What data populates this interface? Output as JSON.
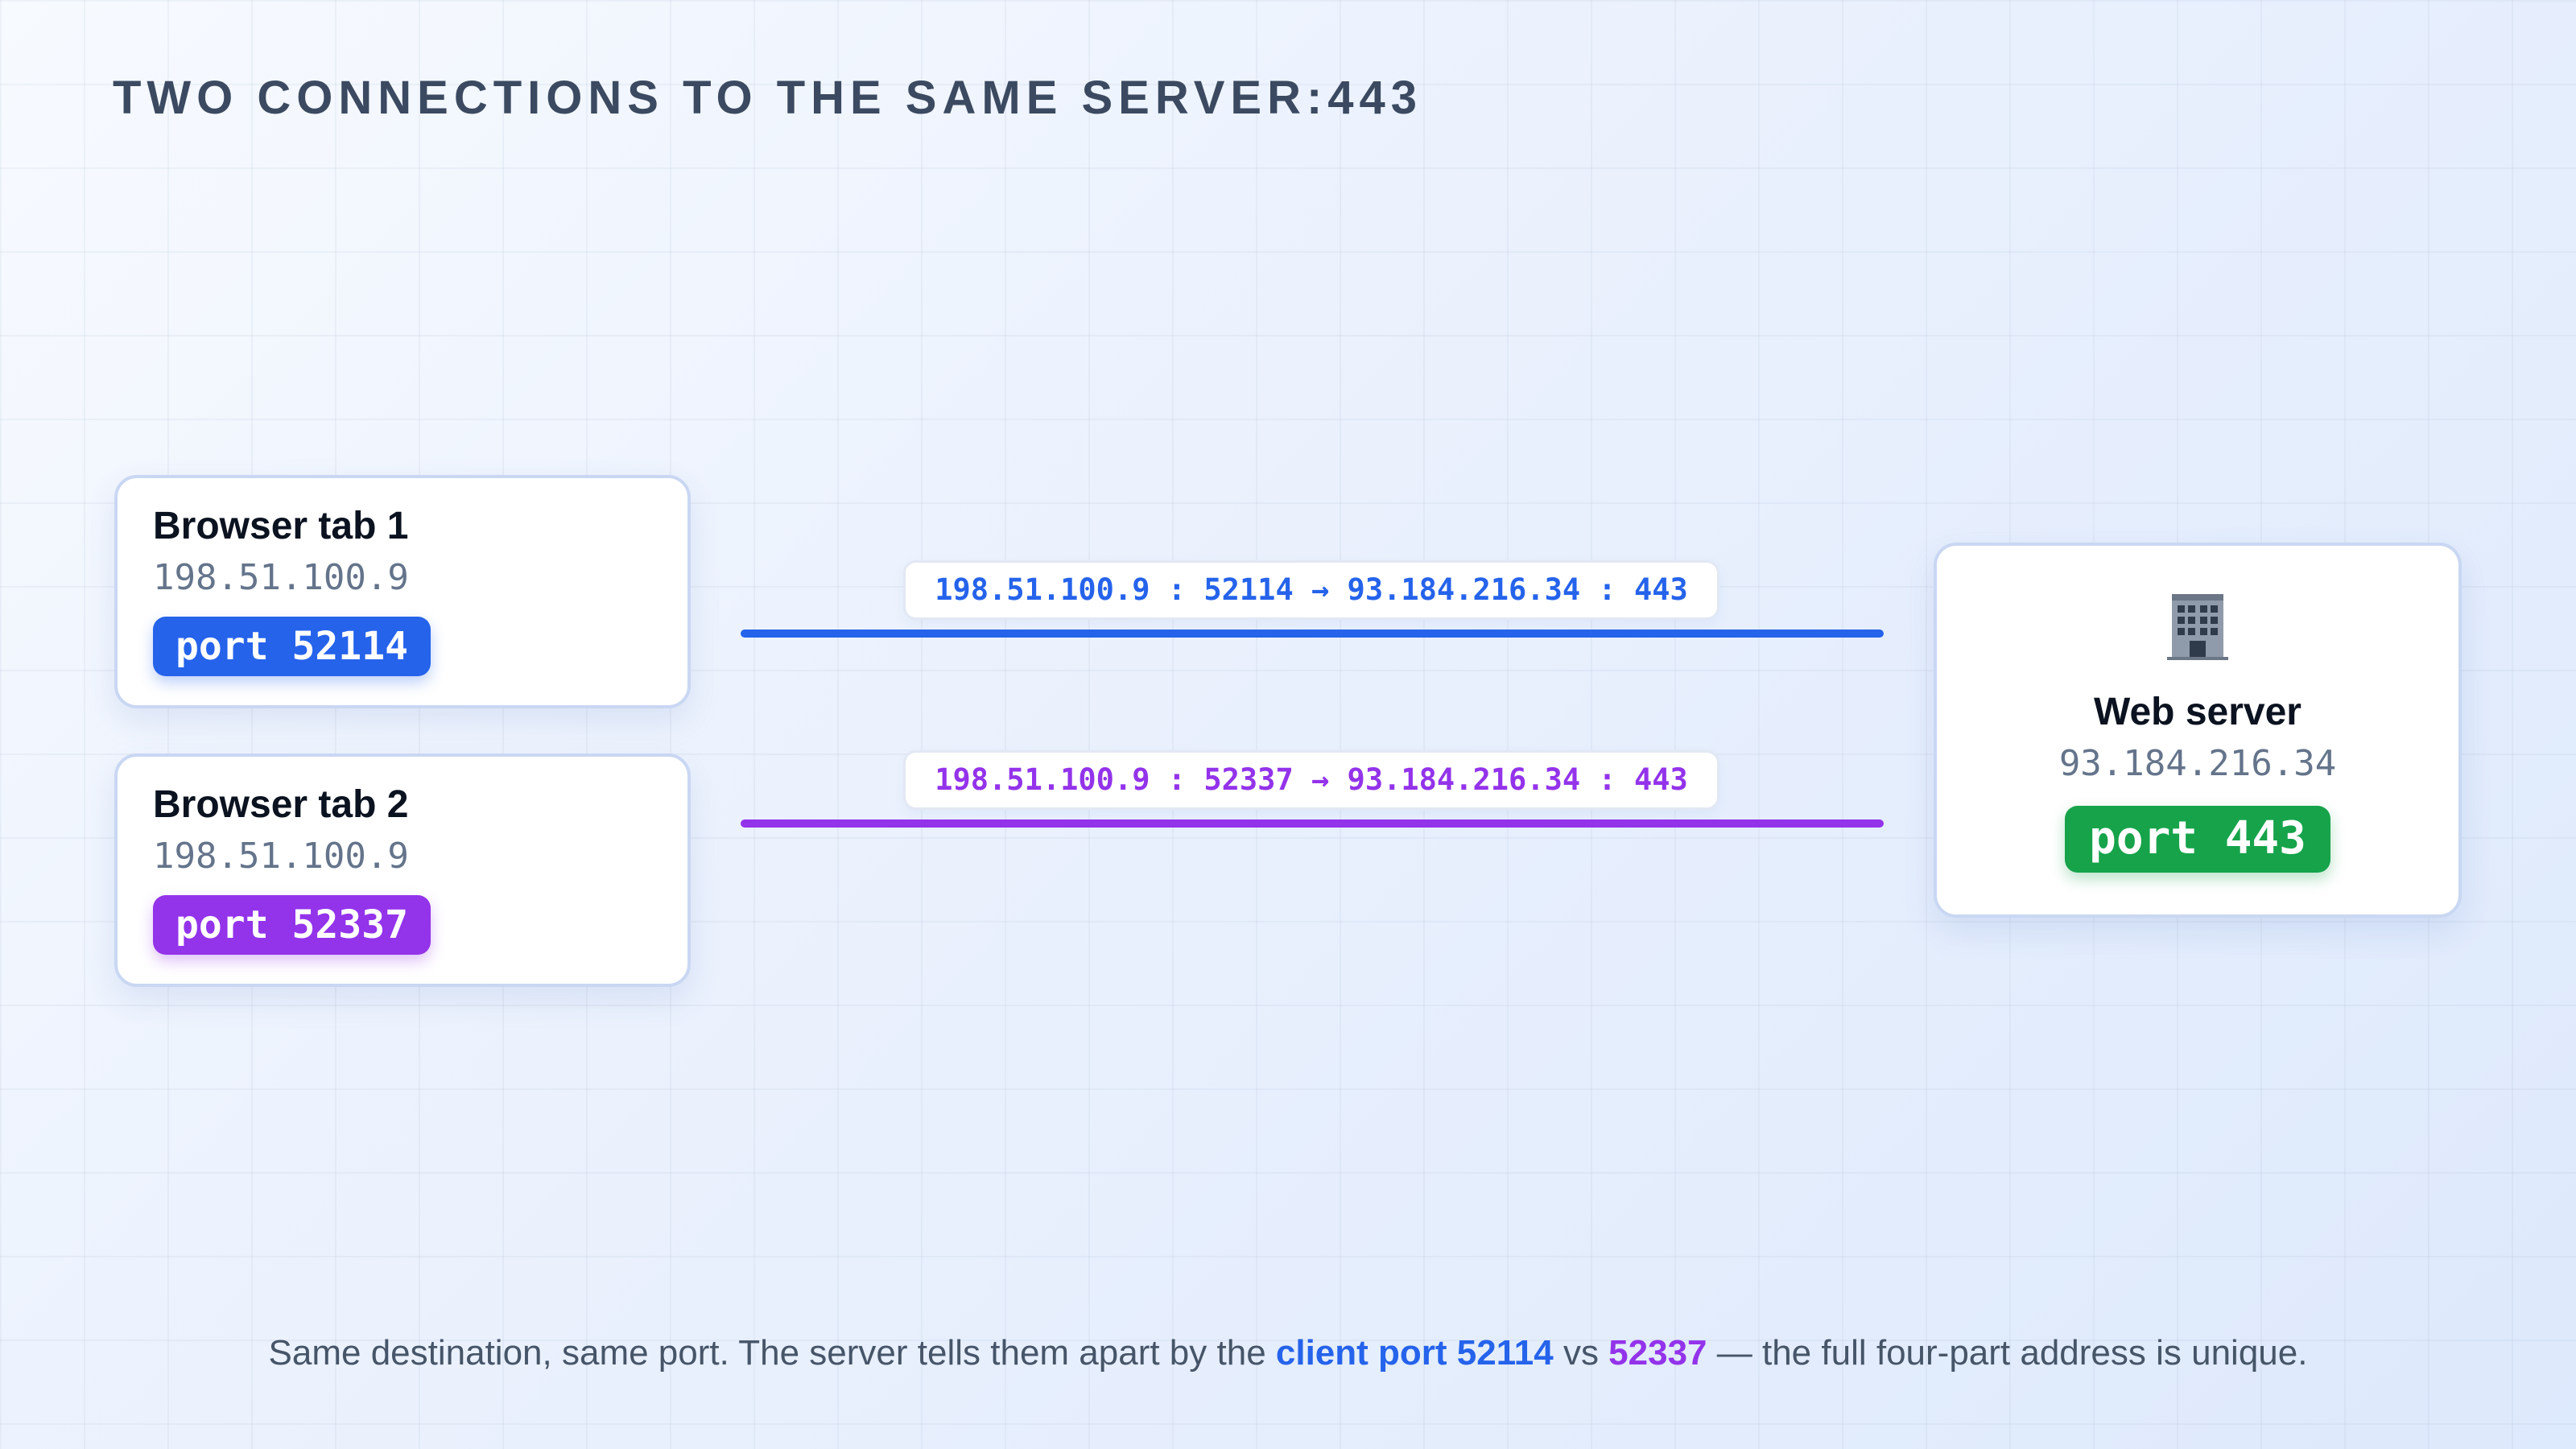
{
  "title": "TWO CONNECTIONS TO THE SAME SERVER:443",
  "colors": {
    "tab1": "#2563eb",
    "tab2": "#9333ea",
    "server": "#16a34a",
    "card_border": "#c9d7f3",
    "title": "#3b4a61"
  },
  "clients": [
    {
      "name": "Browser tab 1",
      "ip": "198.51.100.9",
      "port_label": "port 52114"
    },
    {
      "name": "Browser tab 2",
      "ip": "198.51.100.9",
      "port_label": "port 52337"
    }
  ],
  "connections": [
    {
      "label": "198.51.100.9 : 52114 → 93.184.216.34 : 443"
    },
    {
      "label": "198.51.100.9 : 52337 → 93.184.216.34 : 443"
    }
  ],
  "server": {
    "icon": "office-building-icon",
    "name": "Web server",
    "ip": "93.184.216.34",
    "port_label": "port 443"
  },
  "caption": {
    "part1": "Same destination, same port. The server tells them apart by the ",
    "highlight1": "client port 52114",
    "part2": " vs ",
    "highlight2": "52337",
    "part3": " — the full four-part address is unique."
  }
}
